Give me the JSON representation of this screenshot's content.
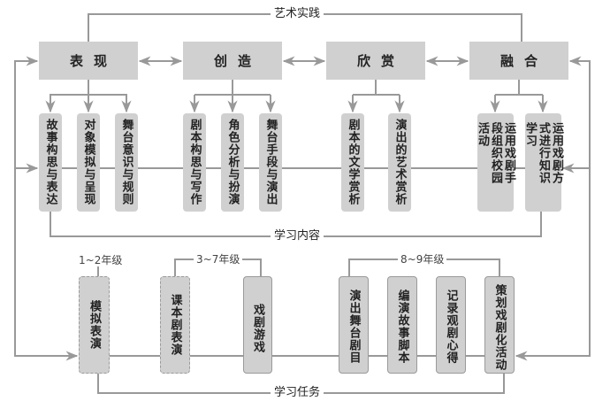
{
  "labels": {
    "top": "艺术实践",
    "content": "学习内容",
    "tasks": "学习任务"
  },
  "main_categories": [
    {
      "label": "表现"
    },
    {
      "label": "创造"
    },
    {
      "label": "欣赏"
    },
    {
      "label": "融合"
    }
  ],
  "content_items": [
    {
      "group": "表现",
      "label": "故事构思与表达"
    },
    {
      "group": "表现",
      "label": "对象模拟与呈现"
    },
    {
      "group": "表现",
      "label": "舞台意识与规则"
    },
    {
      "group": "创造",
      "label": "剧本构思与写作"
    },
    {
      "group": "创造",
      "label": "角色分析与扮演"
    },
    {
      "group": "创造",
      "label": "舞台手段与演出"
    },
    {
      "group": "欣赏",
      "label": "剧本的文学赏析"
    },
    {
      "group": "欣赏",
      "label": "演出的艺术赏析"
    },
    {
      "group": "融合",
      "label": "运用戏剧手段组织校园活动"
    },
    {
      "group": "融合",
      "label": "运用戏剧方式进行知识学习"
    }
  ],
  "grades": {
    "g1": "1~2年级",
    "g2": "3~7年级",
    "g3": "8~9年级"
  },
  "tasks": [
    {
      "grade": "1~2年级",
      "label": "模拟表演",
      "style": "dashed"
    },
    {
      "grade": "3~7年级",
      "label": "课本剧表演",
      "style": "dashed"
    },
    {
      "grade": "3~7年级",
      "label": "戏剧游戏",
      "style": "solid"
    },
    {
      "grade": "8~9年级",
      "label": "演出舞台剧目",
      "style": "solid"
    },
    {
      "grade": "8~9年级",
      "label": "编演故事脚本",
      "style": "solid"
    },
    {
      "grade": "8~9年级",
      "label": "记录观剧心得",
      "style": "solid"
    },
    {
      "grade": "8~9年级",
      "label": "策划戏剧化活动",
      "style": "solid"
    }
  ],
  "colors": {
    "box_fill": "#d0d0d0",
    "line": "#999999",
    "text": "#222222"
  }
}
